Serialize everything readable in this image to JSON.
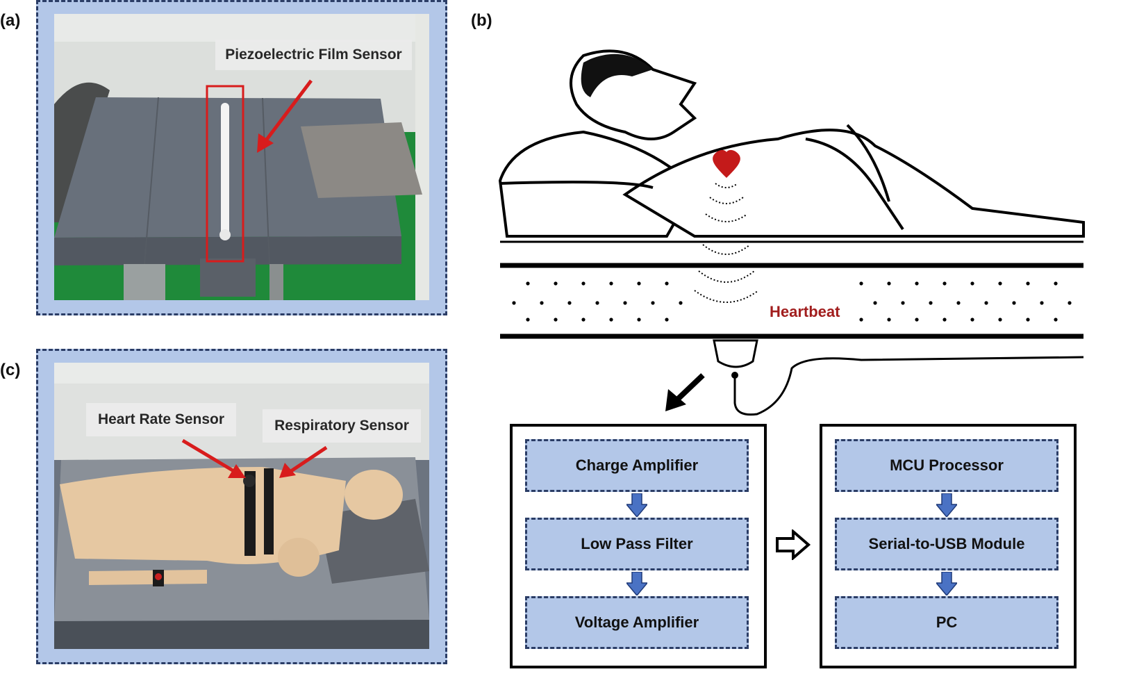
{
  "panels": {
    "a": {
      "label": "(a)",
      "callout": "Piezoelectric Film Sensor"
    },
    "b": {
      "label": "(b)",
      "heartbeat_label": "Heartbeat",
      "signal_chain_left": [
        "Charge Amplifier",
        "Low Pass Filter",
        "Voltage Amplifier"
      ],
      "signal_chain_right": [
        "MCU Processor",
        "Serial-to-USB Module",
        "PC"
      ]
    },
    "c": {
      "label": "(c)",
      "callout_heart": "Heart Rate Sensor",
      "callout_resp": "Respiratory Sensor"
    }
  },
  "colors": {
    "frame_fill": "#b3c7e8",
    "frame_border": "#2b3d66",
    "block_arrow": "#4a72c4",
    "pointer_arrow": "#d81c1c",
    "heart": "#c41a1a"
  },
  "icons": {
    "heart": "heart-icon",
    "sensor": "piezo-sensor-icon",
    "block_arrow": "down-arrow-icon",
    "flow_arrow": "hollow-right-arrow-icon"
  }
}
